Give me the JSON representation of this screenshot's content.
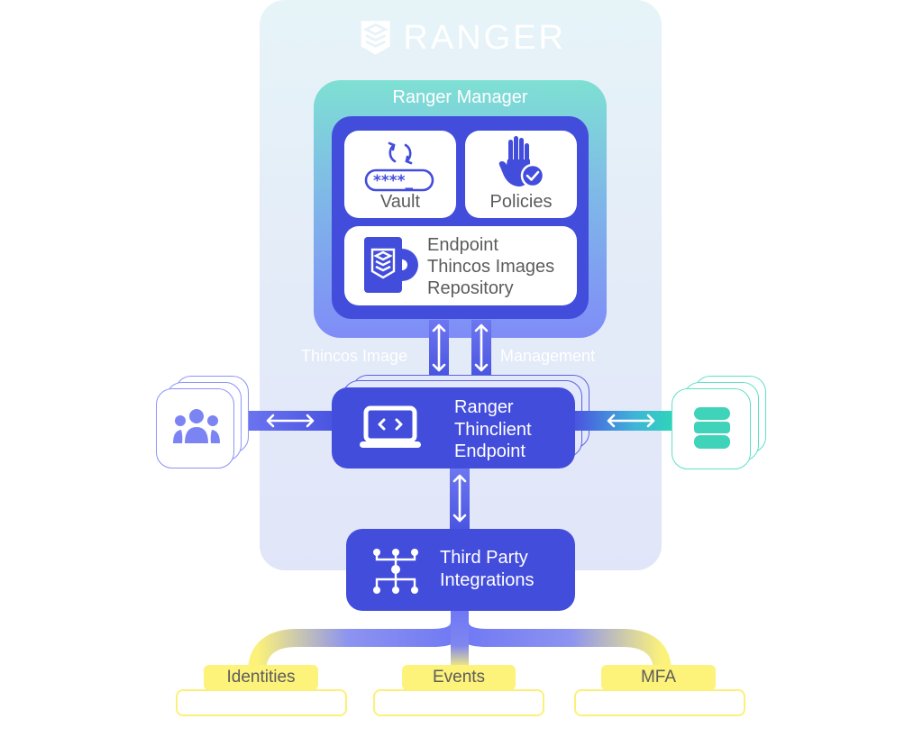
{
  "brand": {
    "name": "RANGER",
    "logo_icon": "stacked-chevron-shield-icon"
  },
  "manager": {
    "title": "Ranger Manager",
    "vault": {
      "label": "Vault",
      "icon": "refresh-password-icon",
      "masked_text": "****_"
    },
    "policies": {
      "label": "Policies",
      "icon": "hand-check-icon"
    },
    "repository": {
      "lines": [
        "Endpoint",
        "Thincos Images",
        "Repository"
      ],
      "icon": "image-disk-icon"
    }
  },
  "connectors": {
    "left_label": "Thincos Image",
    "right_label": "Management"
  },
  "endpoint": {
    "lines": [
      "Ranger",
      "Thinclient",
      "Endpoint"
    ],
    "icon": "laptop-code-icon"
  },
  "side_nodes": {
    "users": {
      "icon": "users-group-icon"
    },
    "database": {
      "icon": "database-icon"
    }
  },
  "third_party": {
    "lines": [
      "Third Party",
      "Integrations"
    ],
    "icon": "integration-tree-icon"
  },
  "outputs": [
    {
      "label": "Identities"
    },
    {
      "label": "Events"
    },
    {
      "label": "MFA"
    }
  ],
  "colors": {
    "primary": "#434ddc",
    "teal": "#2ed6b8",
    "yellow": "#fdf27a",
    "panel": "#e4ecf8"
  }
}
